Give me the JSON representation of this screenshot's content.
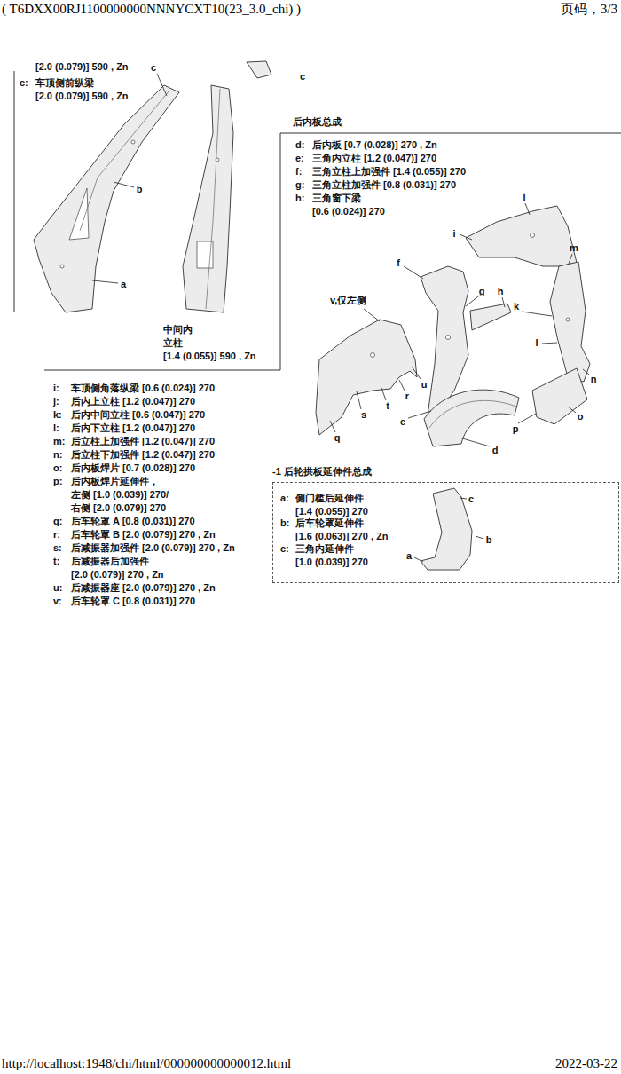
{
  "diagram": {
    "nodes": [
      {
        "text": [
          "c: 车顶侧前纵梁 [2.0 (0.079)] 590 , Zn",
          "中间内 立柱 [1.4 (0.055)] 590 , Zn"
        ]
      },
      {
        "text": [
          "后内板总成",
          "d: 后内板 [0.7 (0.028)] 270 , Zn",
          "e: 三角内立柱 [1.2 (0.047)] 270",
          "f: 三角立柱上加强件 [1.4 (0.055)] 270",
          "g: 三角立柱加强件 [0.8 (0.031)] 270",
          "h: 三角窗下梁 [0.6 (0.024)] 270"
        ]
      },
      {
        "text": [
          "-1 后轮拱板延伸件总成",
          "a: 侧门槛后延伸件 [1.4 (0.055)] 270",
          "b: 后车轮罩延伸件 [1.6 (0.063)] 270 , Zn",
          "c: 三角内延伸件 [1.0 (0.039)] 270"
        ]
      }
    ],
    "labels": [
      "( T6DXX00RJ1100000000NNNYCXT10(23_3.0_chi) )",
      "页码，3/3",
      "[2.0 (0.079)] 590 , Zn",
      "c",
      "c",
      "b",
      "a",
      "v,仅左侧",
      "j",
      "i",
      "m",
      "f",
      "g",
      "h",
      "k",
      "l",
      "u",
      "r",
      "n",
      "t",
      "s",
      "e",
      "o",
      "p",
      "q",
      "d",
      "i: 车顶侧角落纵梁 [0.6 (0.024)] 270",
      "j: 后内上立柱 [1.2 (0.047)] 270",
      "k: 后内中间立柱 [0.6 (0.047)] 270",
      "l: 后内下立柱 [1.2 (0.047)] 270",
      "m: 后立柱上加强件 [1.2 (0.047)] 270",
      "n: 后立柱下加强件 [1.2 (0.047)] 270",
      "o: 后内板焊片 [0.7 (0.028)] 270",
      "p: 后内板焊片延伸件， 左侧 [1.0 (0.039)] 270/ 右侧 [2.0 (0.079)] 270",
      "q: 后车轮罩 A [0.8 (0.031)] 270",
      "r: 后车轮罩 B [2.0 (0.079)] 270 , Zn",
      "s: 后减振器加强件 [2.0 (0.079)] 270 , Zn",
      "t: 后减振器后加强件 [2.0 (0.079)] 270 , Zn",
      "u: 后减振器座 [2.0 (0.079)] 270 , Zn",
      "v: 后车轮罩 C [0.8 (0.031)] 270",
      "c",
      "b",
      "a",
      "http://localhost:1948/chi/html/000000000000012.html",
      "2022-03-22"
    ]
  }
}
